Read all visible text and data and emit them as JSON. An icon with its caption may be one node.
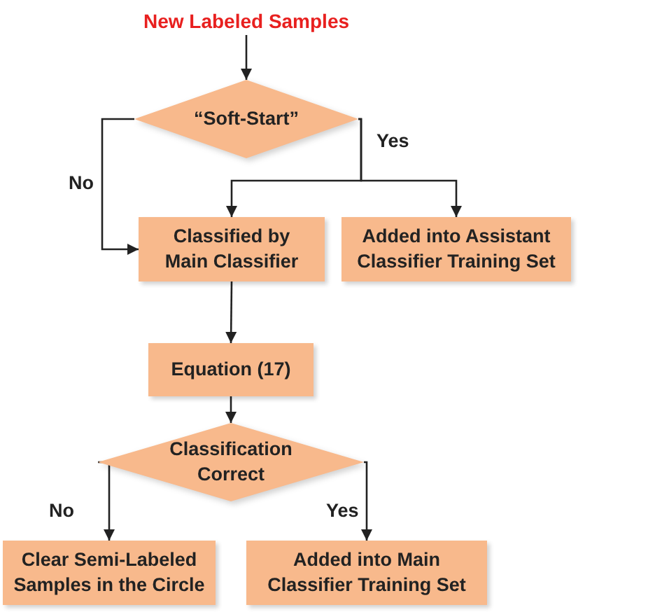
{
  "diagram": {
    "nodes": [
      {
        "text": [
          "New Labeled Samples"
        ]
      },
      {
        "text": [
          "“Soft-Start”"
        ]
      },
      {
        "text": [
          "Classified by Main Classifier"
        ]
      },
      {
        "text": [
          "Added into Assistant Classifier Training Set"
        ]
      },
      {
        "text": [
          "Equation (17)"
        ]
      },
      {
        "text": [
          "Classification Correct"
        ]
      },
      {
        "text": [
          "Clear Semi-Labeled Samples in the Circle"
        ]
      },
      {
        "text": [
          "Added into Main Classifier Training Set"
        ]
      }
    ],
    "edges": [
      {
        "from": 0,
        "to": 1,
        "arrow": "to"
      },
      {
        "from": 1,
        "to": 2,
        "arrow": "to"
      },
      {
        "from": 1,
        "to": 3,
        "label": "Yes",
        "arrow": "to"
      },
      {
        "from": 1,
        "to": 2,
        "label": "No",
        "arrow": "to"
      },
      {
        "from": 2,
        "to": 4,
        "arrow": "to"
      },
      {
        "from": 4,
        "to": 5,
        "arrow": "to"
      },
      {
        "from": 5,
        "to": 6,
        "label": "No",
        "arrow": "to"
      },
      {
        "from": 5,
        "to": 7,
        "label": "Yes",
        "arrow": "to"
      }
    ]
  }
}
